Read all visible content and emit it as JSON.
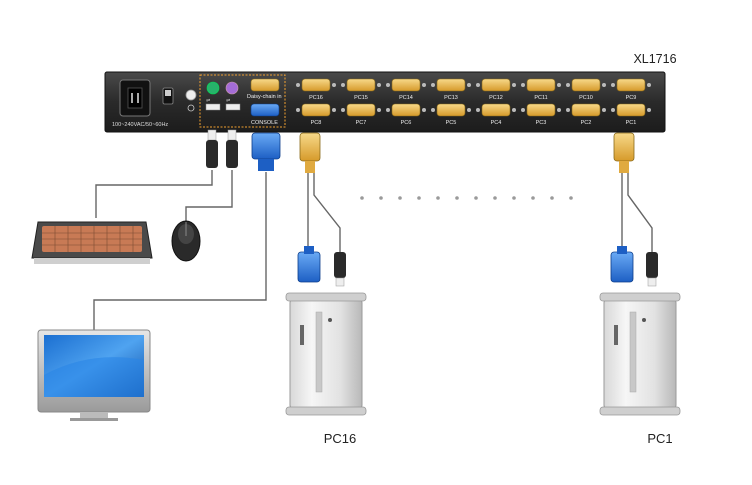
{
  "model": "XL1716",
  "power_label": "100~240VAC/50~60Hz",
  "daisy_chain_label": "Daisy-chain in",
  "console_label": "CONSOLE",
  "ports_top": [
    "PC16",
    "PC15",
    "PC14",
    "PC13",
    "PC12",
    "PC11",
    "PC10",
    "PC9"
  ],
  "ports_bottom": [
    "PC8",
    "PC7",
    "PC6",
    "PC5",
    "PC4",
    "PC3",
    "PC2",
    "PC1"
  ],
  "computer_left_label": "PC16",
  "computer_right_label": "PC1",
  "colors": {
    "panel": "#2b2b2b",
    "vga_port": "#e8b64a",
    "vga_blue": "#2f7de0",
    "cable": "#555555",
    "orange_box": "#f0a030"
  }
}
